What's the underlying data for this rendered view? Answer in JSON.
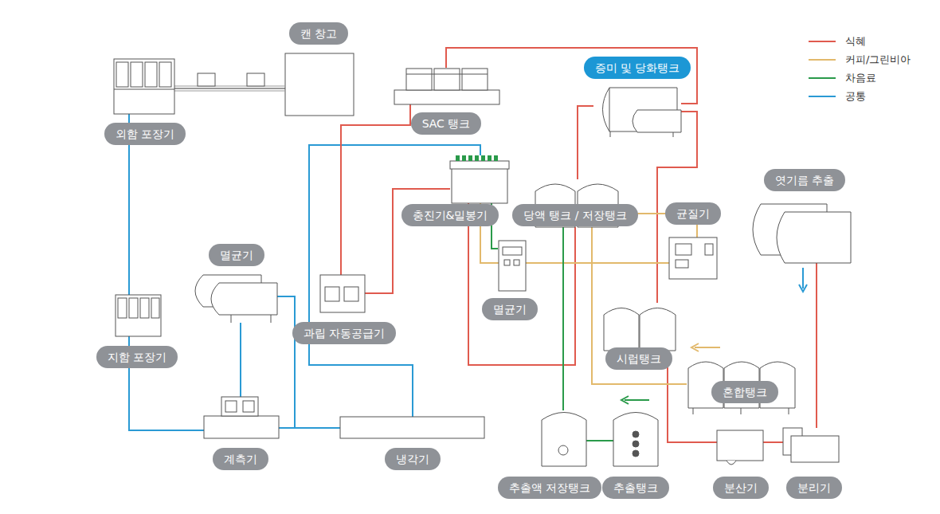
{
  "diagram": {
    "nodes": [
      {
        "text": [
          "캔 창고"
        ]
      },
      {
        "text": [
          "외함 포장기"
        ]
      },
      {
        "text": [
          "SAC 탱크"
        ]
      },
      {
        "text": [
          "증미 및 당화탱크"
        ]
      },
      {
        "text": [
          "충진기&밀봉기"
        ]
      },
      {
        "text": [
          "당액 탱크 / 저장탱크"
        ]
      },
      {
        "text": [
          "균질기"
        ]
      },
      {
        "text": [
          "엿기름 추출"
        ]
      },
      {
        "text": [
          "멸균기"
        ]
      },
      {
        "text": [
          "멸균기"
        ]
      },
      {
        "text": [
          "과립 자동공급기"
        ]
      },
      {
        "text": [
          "지함 포장기"
        ]
      },
      {
        "text": [
          "시럽탱크"
        ]
      },
      {
        "text": [
          "혼합탱크"
        ]
      },
      {
        "text": [
          "계측기"
        ]
      },
      {
        "text": [
          "냉각기"
        ]
      },
      {
        "text": [
          "추출액 저장탱크"
        ]
      },
      {
        "text": [
          "추출탱크"
        ]
      },
      {
        "text": [
          "분산기"
        ]
      },
      {
        "text": [
          "분리기"
        ]
      }
    ],
    "edges": [
      {
        "from": 1,
        "to": 0,
        "arrow": "none"
      },
      {
        "from": 1,
        "to": 11,
        "arrow": "none"
      },
      {
        "from": 11,
        "to": 14,
        "arrow": "none"
      },
      {
        "from": 8,
        "to": 14,
        "arrow": "none"
      },
      {
        "from": 8,
        "to": 15,
        "arrow": "none"
      },
      {
        "from": 14,
        "to": 15,
        "arrow": "none"
      },
      {
        "from": 15,
        "to": 4,
        "arrow": "none"
      },
      {
        "from": 2,
        "to": 10,
        "arrow": "none"
      },
      {
        "from": 10,
        "to": 4,
        "arrow": "none"
      },
      {
        "from": 2,
        "to": 3,
        "arrow": "none"
      },
      {
        "from": 3,
        "to": 5,
        "arrow": "none"
      },
      {
        "from": 3,
        "to": 12,
        "arrow": "none"
      },
      {
        "from": 5,
        "to": 4,
        "arrow": "none"
      },
      {
        "from": 7,
        "to": 19,
        "arrow": "none"
      },
      {
        "from": 19,
        "to": 18,
        "arrow": "none"
      },
      {
        "from": 18,
        "to": 12,
        "arrow": "none"
      },
      {
        "from": 4,
        "to": 6,
        "arrow": "none"
      },
      {
        "from": 5,
        "to": 6,
        "arrow": "none"
      },
      {
        "from": 5,
        "to": 13,
        "arrow": "none"
      },
      {
        "from": 4,
        "to": 9,
        "arrow": "none"
      },
      {
        "from": 5,
        "to": 16,
        "arrow": "none"
      },
      {
        "from": 16,
        "to": 17,
        "arrow": "none"
      }
    ],
    "legend": [
      {
        "text": "식혜",
        "color": "#e05a4e"
      },
      {
        "text": "커피/그린비아",
        "color": "#e2b96c"
      },
      {
        "text": "차음료",
        "color": "#2a9a4a"
      },
      {
        "text": "공통",
        "color": "#2a9ad4"
      }
    ]
  }
}
